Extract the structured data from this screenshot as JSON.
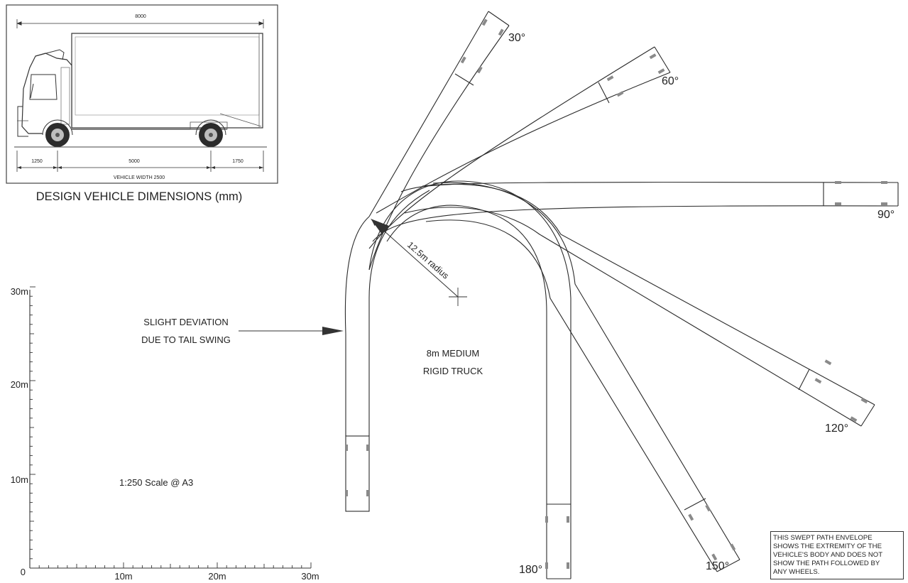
{
  "vehicle_panel": {
    "caption": "DESIGN VEHICLE DIMENSIONS (mm)",
    "overall_length": "8000",
    "front_overhang": "1250",
    "wheelbase": "5000",
    "rear_overhang": "1750",
    "width_label": "VEHICLE WIDTH 2500"
  },
  "annotations": {
    "deviation_line1": "SLIGHT DEVIATION",
    "deviation_line2": "DUE TO TAIL SWING",
    "vehicle_line1": "8m MEDIUM",
    "vehicle_line2": "RIGID TRUCK",
    "radius": "12.5m radius",
    "scale": "1:250 Scale @ A3"
  },
  "angles": {
    "a30": "30°",
    "a60": "60°",
    "a90": "90°",
    "a120": "120°",
    "a150": "150°",
    "a180": "180°"
  },
  "scale_bar": {
    "v0": "0",
    "v10": "10m",
    "v20": "20m",
    "v30": "30m",
    "h10": "10m",
    "h20": "20m",
    "h30": "30m"
  },
  "note": {
    "line1": "THIS SWEPT PATH ENVELOPE",
    "line2": "SHOWS THE EXTREMITY OF THE",
    "line3": "VEHICLE'S BODY AND DOES NOT",
    "line4": "SHOW THE PATH FOLLOWED BY",
    "line5": "ANY WHEELS."
  }
}
